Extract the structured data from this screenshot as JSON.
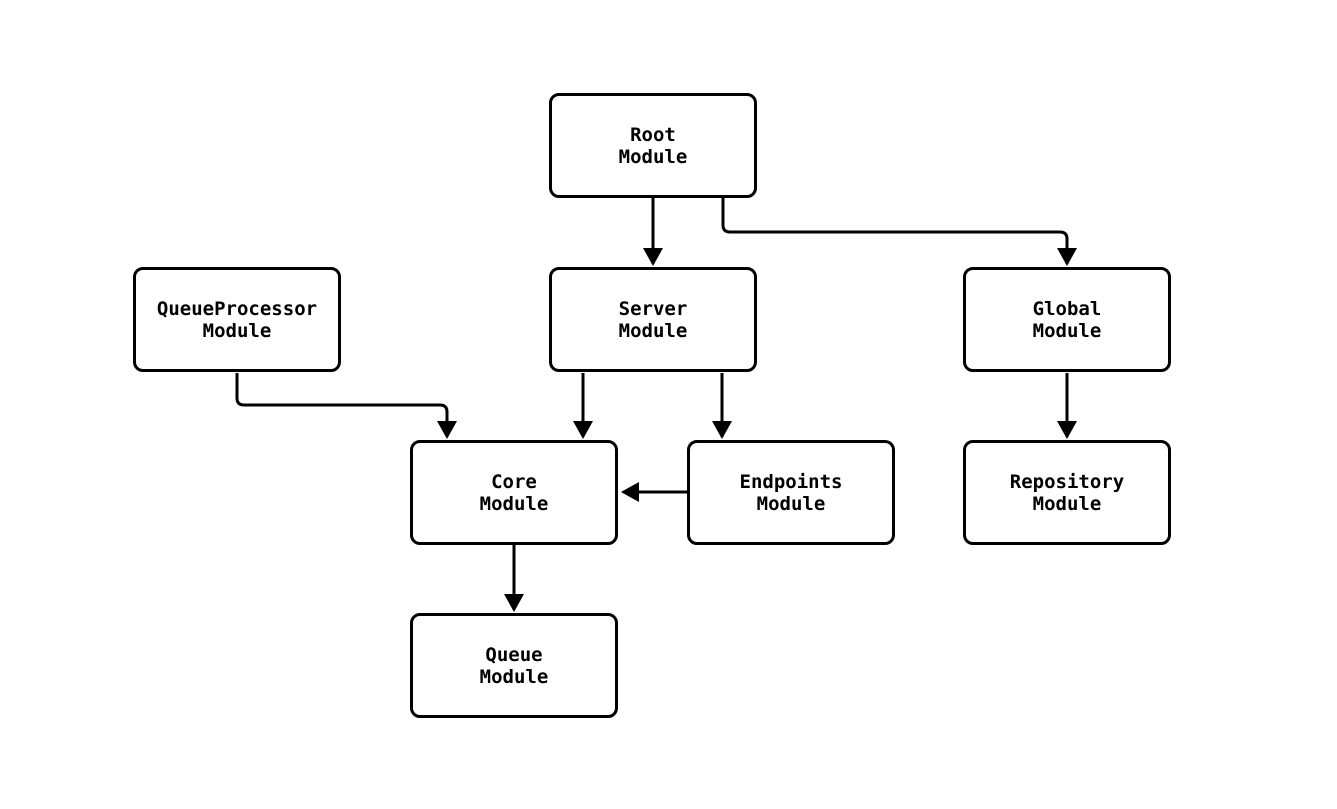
{
  "diagram": {
    "type": "module-dependency-flowchart",
    "background_color": "#ffffff",
    "stroke_color": "#000000",
    "node_fill_color": "#ffffff",
    "text_color": "#000000",
    "nodes": [
      {
        "id": "root",
        "label": "Root\nModule"
      },
      {
        "id": "queueprocessor",
        "label": "QueueProcessor\nModule"
      },
      {
        "id": "server",
        "label": "Server\nModule"
      },
      {
        "id": "global",
        "label": "Global\nModule"
      },
      {
        "id": "core",
        "label": "Core\nModule"
      },
      {
        "id": "endpoints",
        "label": "Endpoints\nModule"
      },
      {
        "id": "repository",
        "label": "Repository\nModule"
      },
      {
        "id": "queue",
        "label": "Queue\nModule"
      }
    ],
    "edges": [
      {
        "from": "root",
        "to": "server"
      },
      {
        "from": "root",
        "to": "global"
      },
      {
        "from": "queueprocessor",
        "to": "core"
      },
      {
        "from": "server",
        "to": "core"
      },
      {
        "from": "server",
        "to": "endpoints"
      },
      {
        "from": "endpoints",
        "to": "core"
      },
      {
        "from": "global",
        "to": "repository"
      },
      {
        "from": "core",
        "to": "queue"
      }
    ]
  }
}
